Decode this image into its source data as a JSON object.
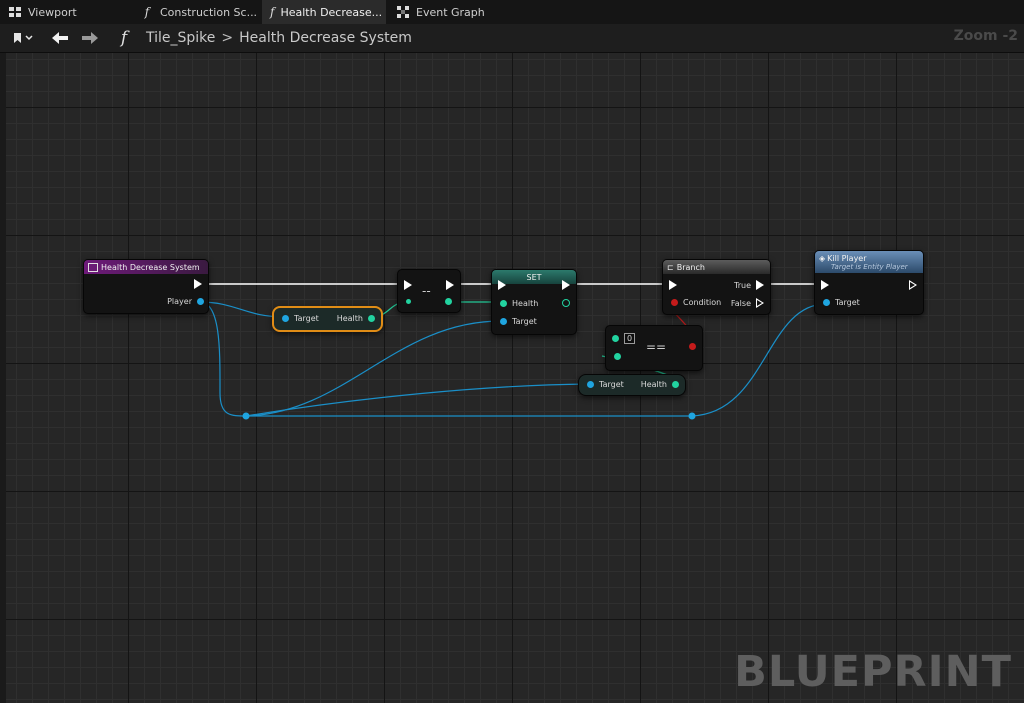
{
  "tabs": [
    {
      "label": "Viewport",
      "icon": "viewport-icon"
    },
    {
      "label": "Construction Sc...",
      "icon": "function-icon"
    },
    {
      "label": "Health Decrease...",
      "icon": "function-icon",
      "active": true,
      "close": "×"
    },
    {
      "label": "Event Graph",
      "icon": "event-graph-icon"
    }
  ],
  "toolbar": {
    "function_glyph": "f",
    "breadcrumb": [
      "Tile_Spike",
      "Health Decrease System"
    ],
    "breadcrumb_separator": ">",
    "zoom": "Zoom -2"
  },
  "nodes": {
    "entry": {
      "title": "Health Decrease System",
      "pin_player": "Player",
      "header_color": "#6e1a7a"
    },
    "get_health": {
      "pin_target": "Target",
      "pin_health": "Health",
      "selected_color": "#e08c16"
    },
    "decrement": {
      "symbol": "--"
    },
    "set": {
      "title": "SET",
      "pin_health": "Health",
      "pin_target": "Target",
      "header_color": "#1e5c52"
    },
    "equals": {
      "literal": "0",
      "symbol": "=="
    },
    "get_health_2": {
      "pin_target": "Target",
      "pin_health": "Health"
    },
    "branch": {
      "title": "Branch",
      "pin_condition": "Condition",
      "pin_true": "True",
      "pin_false": "False",
      "header_color": "#4a4a4a"
    },
    "kill_player": {
      "title": "Kill Player",
      "subtitle": "Target is Entity Player",
      "pin_target": "Target",
      "header_color": "#4a6e96"
    }
  },
  "watermark": "BLUEPRINT",
  "colors": {
    "object_pin": "#1fa5e0",
    "float_pin": "#22d3a0",
    "bool_pin": "#c41b1b",
    "exec_wire": "#ffffff"
  }
}
